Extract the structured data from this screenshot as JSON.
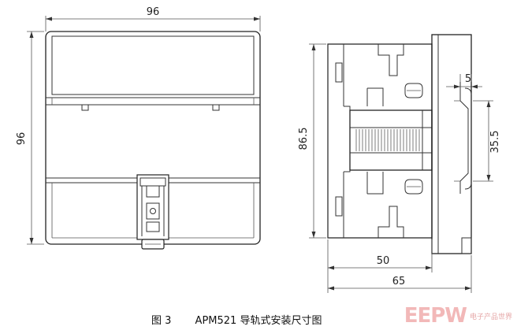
{
  "front_view": {
    "width_label": "96",
    "height_label": "96"
  },
  "side_view": {
    "height_label": "86.5",
    "offset_label": "5",
    "rail_label": "35.5",
    "depth_inner_label": "50",
    "depth_total_label": "65"
  },
  "caption": {
    "figure": "图 3",
    "title": "APM521 导轨式安装尺寸图"
  },
  "watermark": {
    "logo": "EEPW",
    "text": "电子产品世界"
  }
}
